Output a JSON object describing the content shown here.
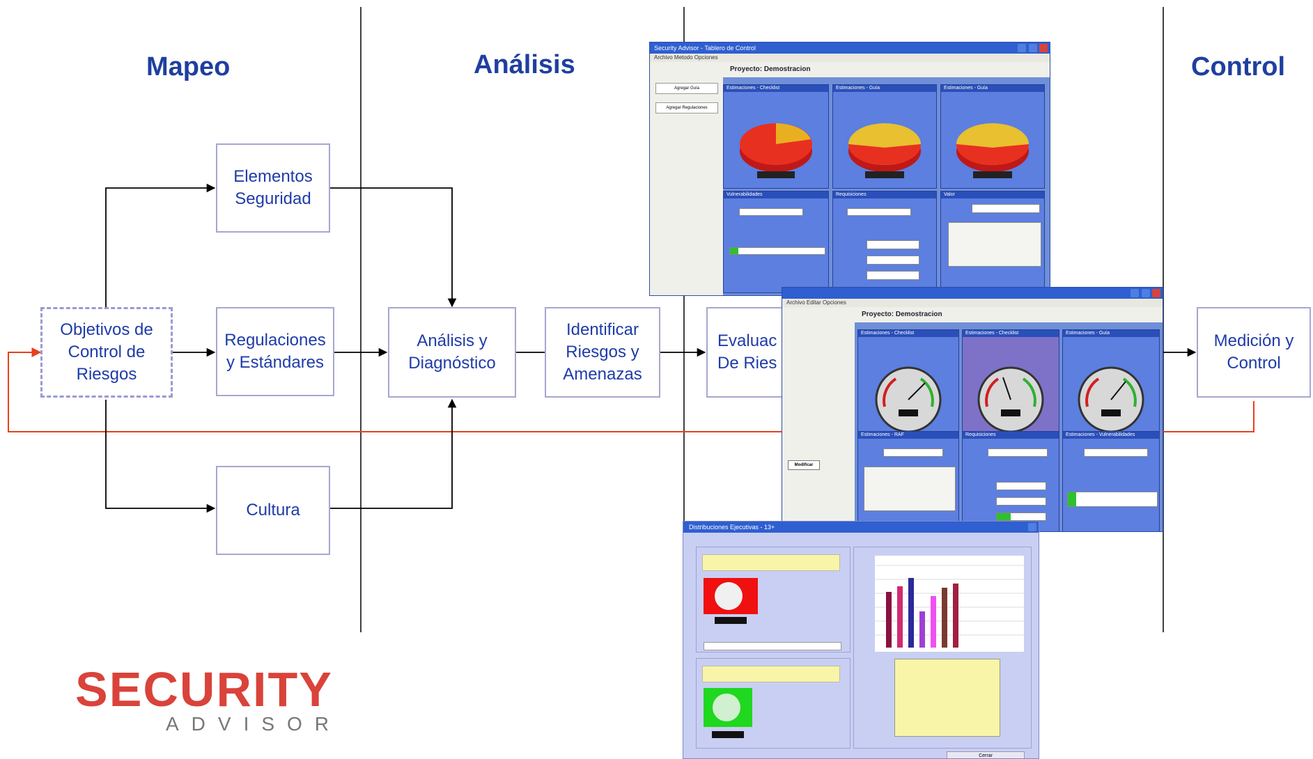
{
  "headings": {
    "mapeo": "Mapeo",
    "analisis": "Análisis",
    "control": "Control"
  },
  "boxes": {
    "objetivos": "Objetivos de\nControl de\nRiesgos",
    "elementos": "Elementos\nSeguridad",
    "regulaciones": "Regulaciones\ny Estándares",
    "cultura": "Cultura",
    "analisis_diag": "Análisis y\nDiagnóstico",
    "identificar": "Identificar\nRiesgos y\nAmenazas",
    "evaluacion": "Evaluac\nDe Ries",
    "medicion": "Medición y\nControl"
  },
  "screens": {
    "window1": {
      "title": "Security Advisor - Tablero de Control",
      "menu": "Archivo   Metodo   Opciones",
      "project": "Proyecto:  Demostracion",
      "buttons": [
        "Agregar Guía",
        "Agregar Regulaciones"
      ],
      "panels": [
        "Estimaciones - Checklist",
        "Estimaciones - Guía",
        "Estimaciones - Guía",
        "Vulnerabilidades",
        "Requisiciones",
        "Valor"
      ]
    },
    "window2": {
      "menu": "Archivo   Editar   Opciones",
      "project": "Proyecto:  Demostracion",
      "panels": [
        "Estimaciones - Checklist",
        "Estimaciones - Checklist",
        "Estimaciones - Guía",
        "Estimaciones - RAF",
        "Requisiciones",
        "Estimaciones - Vulnerabilidades"
      ],
      "button": "Modificar"
    },
    "window3": {
      "title": "Distribuciones Ejecutivas - 13+",
      "footer_button": "Cerrar"
    }
  },
  "logo": {
    "word": "SECURITY",
    "sub": "ADVISOR"
  },
  "colors": {
    "heading": "#1f3f9f",
    "box_text": "#1f3ca8",
    "box_border": "#a6a6d2",
    "feedback_line": "#e8401c",
    "arrow": "#000000",
    "logo_red": "#d9433a"
  }
}
